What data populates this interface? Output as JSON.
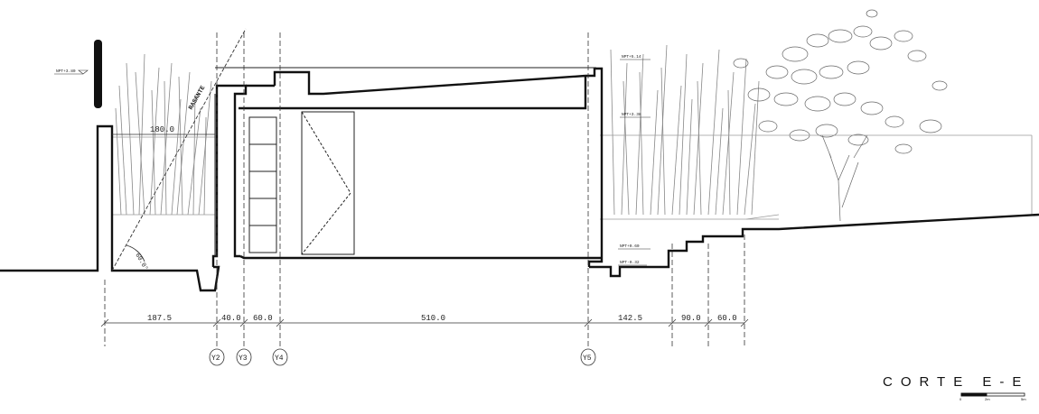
{
  "drawing": {
    "title": "CORTE E-E",
    "scale_labels": [
      "0",
      "2m",
      "5m"
    ],
    "rasante_label": "RASANTE",
    "angle_label": "60.0°",
    "top_dimension": "180.0",
    "dimensions": [
      "187.5",
      "40.0",
      "60.0",
      "510.0",
      "142.5",
      "90.0",
      "60.0"
    ],
    "axis_tags": [
      "Y2",
      "Y3",
      "Y4",
      "Y5"
    ],
    "level_tags": [
      "NPT+3.80",
      "NPT+5.14",
      "NPT+3.38",
      "NPT+0.60",
      "NPT-0.32"
    ]
  },
  "colors": {
    "line": "#111111",
    "thin": "#555555",
    "light": "#9a9a9a",
    "paper": "#ffffff"
  }
}
